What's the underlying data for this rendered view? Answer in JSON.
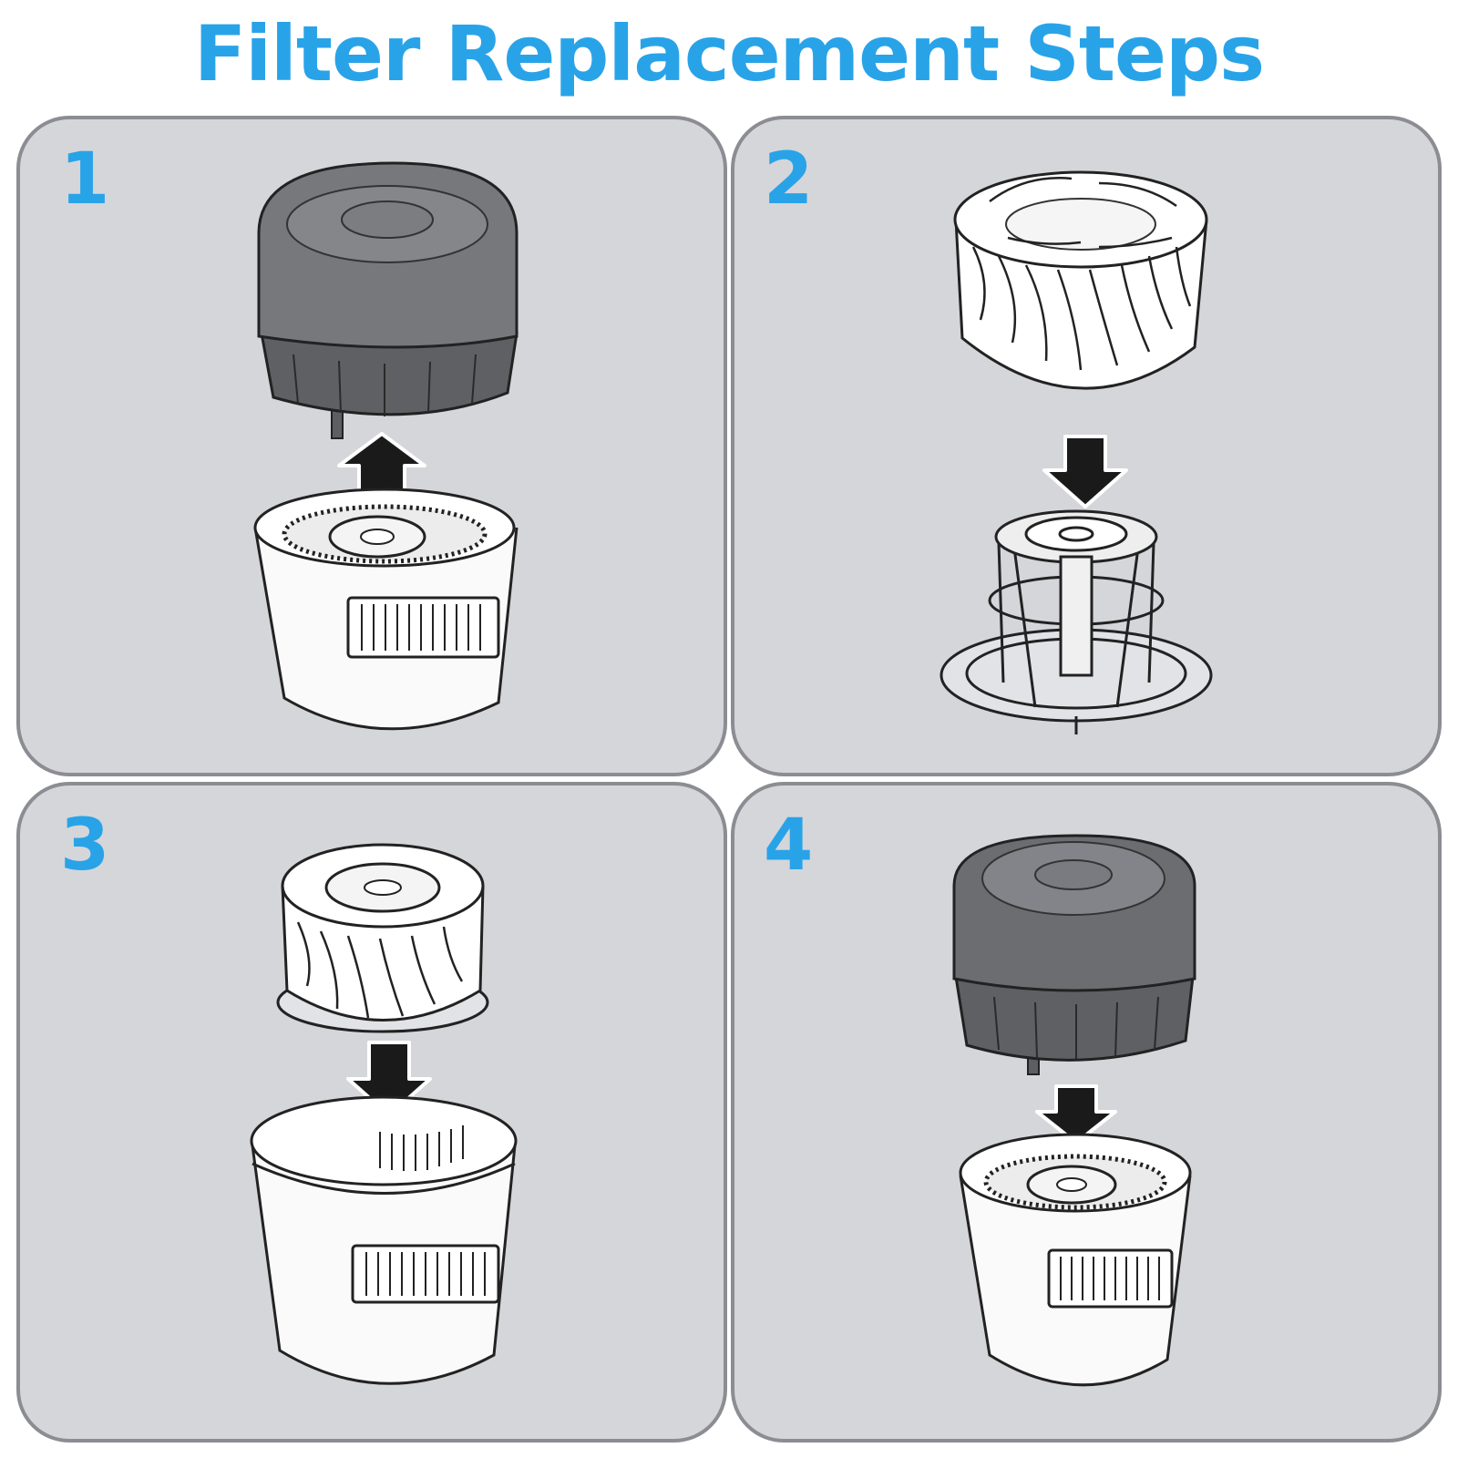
{
  "title": "Filter Replacement Steps",
  "colors": {
    "accent": "#29a3e8",
    "panel_bg": "#d5d6da",
    "panel_border": "#8c8c93",
    "cap_gray": "#6f7074",
    "cap_top": "#8b8c90",
    "ink": "#1a1a1a"
  },
  "steps": [
    {
      "number": "1",
      "icon": "cap-lift-off-icon"
    },
    {
      "number": "2",
      "icon": "filter-onto-frame-icon"
    },
    {
      "number": "3",
      "icon": "filter-into-housing-icon"
    },
    {
      "number": "4",
      "icon": "cap-replace-icon"
    }
  ]
}
